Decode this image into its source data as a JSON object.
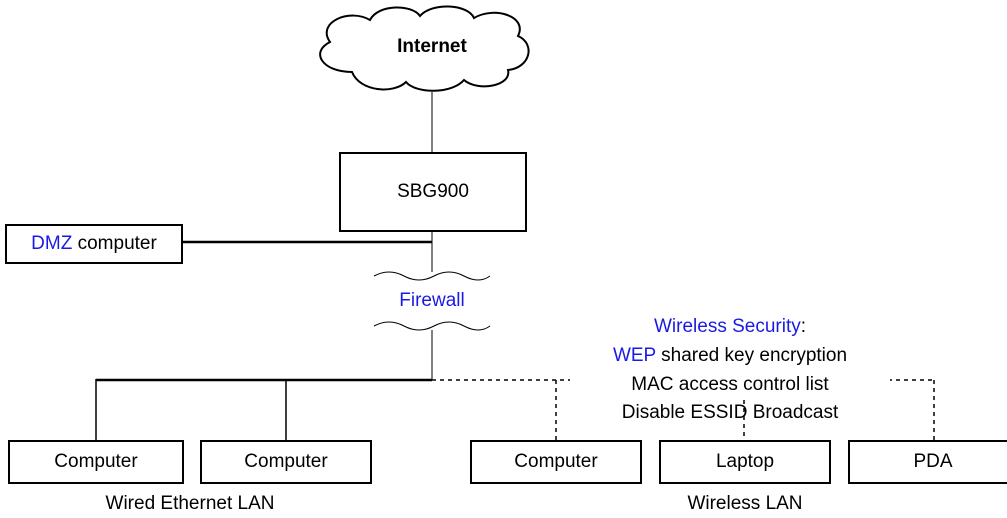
{
  "internet": {
    "label": "Internet"
  },
  "router": {
    "label": "SBG900"
  },
  "dmz": {
    "keyword": "DMZ",
    "suffix": " computer"
  },
  "firewall": {
    "label": "Firewall"
  },
  "wireless_security": {
    "title": "Wireless Security",
    "title_suffix": ":",
    "features": [
      {
        "keyword": "WEP",
        "text": " shared key encryption"
      },
      {
        "keyword": "",
        "text": "MAC access control list"
      },
      {
        "keyword": "",
        "text": "Disable ESSID Broadcast"
      }
    ]
  },
  "wired_lan": {
    "caption": "Wired Ethernet LAN",
    "devices": [
      "Computer",
      "Computer"
    ]
  },
  "wireless_lan": {
    "caption": "Wireless LAN",
    "devices": [
      "Computer",
      "Laptop",
      "PDA"
    ]
  },
  "colors": {
    "link_text": "#1a1ae6",
    "lines": "#000000"
  }
}
